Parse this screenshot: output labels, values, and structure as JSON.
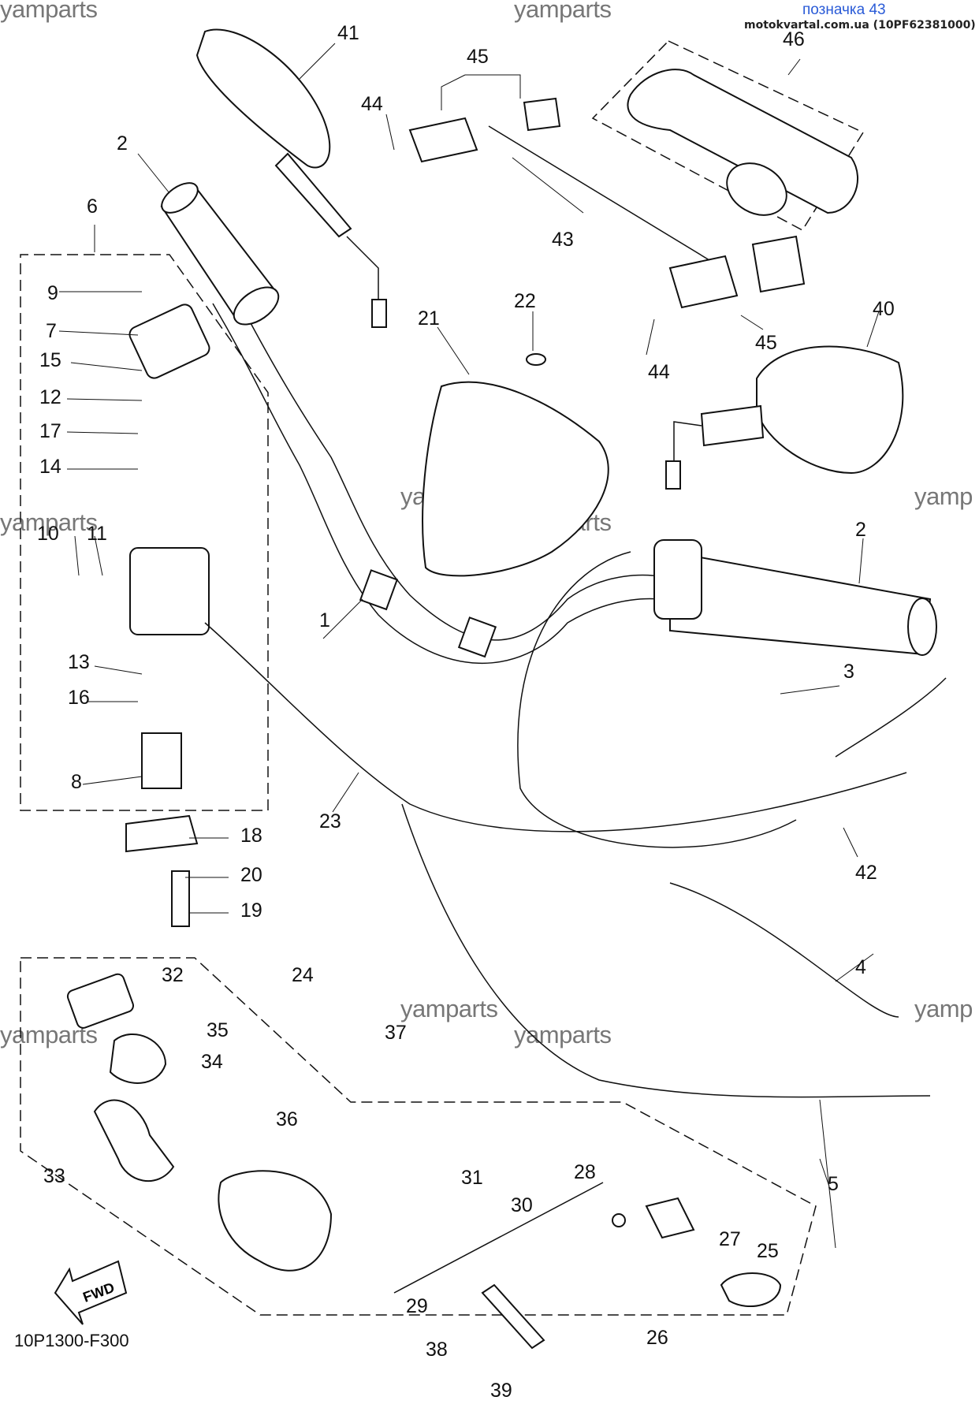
{
  "header": {
    "title": "позначка 43",
    "subtitle": "motokvartal.com.ua (10PF62381000)"
  },
  "watermark": "yamparts",
  "watermark_partial": "yamp",
  "diagram_code": "10P1300-F300",
  "fwd_label": "FWD",
  "callouts": [
    "1",
    "2",
    "2",
    "3",
    "4",
    "5",
    "6",
    "7",
    "8",
    "9",
    "10",
    "11",
    "12",
    "13",
    "14",
    "15",
    "16",
    "17",
    "18",
    "19",
    "20",
    "21",
    "22",
    "23",
    "24",
    "25",
    "26",
    "27",
    "28",
    "29",
    "30",
    "31",
    "32",
    "33",
    "34",
    "35",
    "36",
    "37",
    "38",
    "39",
    "40",
    "41",
    "42",
    "43",
    "44",
    "44",
    "45",
    "45",
    "46"
  ]
}
